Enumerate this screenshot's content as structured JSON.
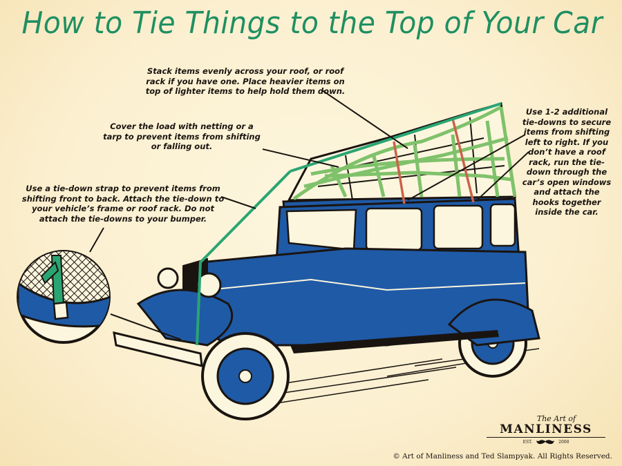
{
  "header": {
    "title": "How to Tie Things to the Top of Your Car"
  },
  "annotations": [
    {
      "id": "stack",
      "text": "Stack items evenly across your roof, or roof rack if you have one. Place heavier items on top of lighter items to help hold them down."
    },
    {
      "id": "cover",
      "text": "Cover the load with netting or a tarp to prevent items from shifting or falling out."
    },
    {
      "id": "strap",
      "text": "Use a tie-down strap to prevent items from shifting front to back. Attach the tie-down to your vehicle’s frame or roof rack. Do not attach the tie-downs to your bumper."
    },
    {
      "id": "side",
      "text": "Use 1-2 additional tie-downs to secure items from shifting left to right. If you don’t have a roof rack, run the tie-down through the car’s open windows and attach the hooks together inside the car."
    }
  ],
  "illustration": {
    "subject": "vintage-blue-sedan-with-netted-roof-load",
    "inset": "detail-of-strap-hook-on-frame"
  },
  "colors": {
    "title": "#1f8f62",
    "car_body": "#1f5aa6",
    "netting": "#7fc26b",
    "strap_green": "#2aa572",
    "side_strap": "#c9634a",
    "ink": "#1a1410",
    "background": "#fbefcf"
  },
  "logo": {
    "script": "The Art of",
    "name": "MANLINESS",
    "est_label": "EST.",
    "year": "2008"
  },
  "footer": {
    "copyright": "© Art of Manliness and Ted Slampyak. All Rights Reserved."
  }
}
